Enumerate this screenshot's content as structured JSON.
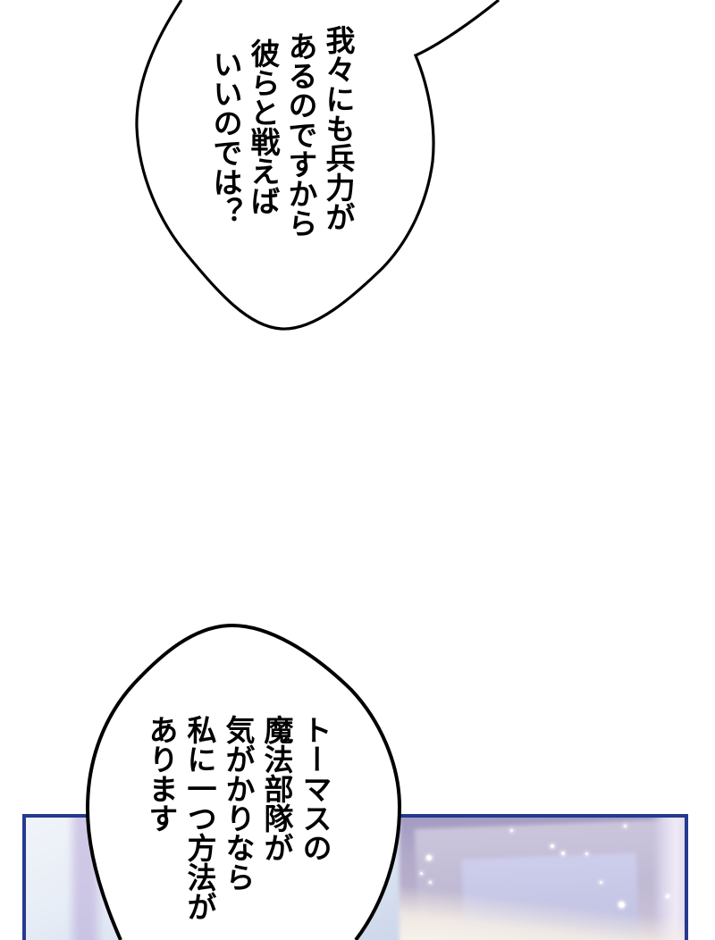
{
  "page": {
    "background_color": "#ffffff",
    "text_color": "#000000"
  },
  "speech_bubbles": {
    "top": {
      "lines": [
        "我々にも兵力が",
        "あるのですから",
        "彼らと戦えば",
        "いいのでは？"
      ],
      "fill_color": "#ffffff",
      "outline_color": "#000000"
    },
    "bottom": {
      "lines": [
        "トーマスの",
        "魔法部隊が",
        "気がかりなら",
        "私に一つ方法が",
        "あります"
      ],
      "fill_color": "#ffffff",
      "outline_color": "#000000"
    }
  },
  "panel": {
    "border_color": "#24398f",
    "scene_colors": {
      "wall_lavender": "#a79fc0",
      "frame_molding": "#c5bfd8",
      "frame_inner": "#c6c6e3",
      "left_wall_light_blue": "#e7edf6",
      "sunlight_warm": "#f7f0e6",
      "sparkle": "#ffffff"
    }
  }
}
